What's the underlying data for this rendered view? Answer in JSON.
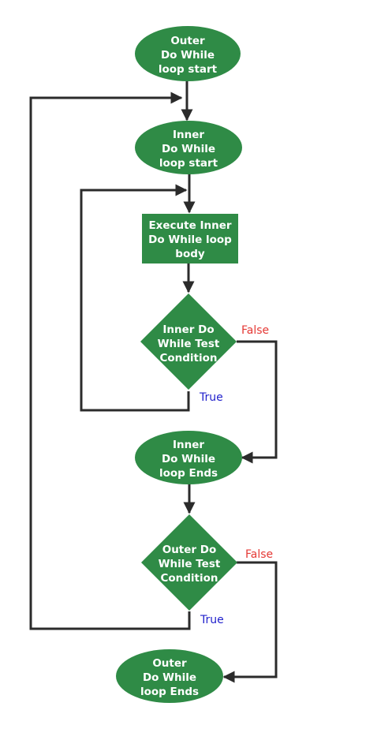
{
  "colors": {
    "node_fill": "#2f8b46",
    "line": "#2b2b2b",
    "true_label": "#2222cc",
    "false_label": "#e53935"
  },
  "nodes": {
    "outer_start": [
      "Outer",
      "Do While",
      "loop start"
    ],
    "inner_start": [
      "Inner",
      "Do While",
      "loop start"
    ],
    "inner_body": [
      "Execute Inner",
      "Do While loop",
      "body"
    ],
    "inner_condition": [
      "Inner Do",
      "While Test",
      "Condition"
    ],
    "inner_end": [
      "Inner",
      "Do While",
      "loop Ends"
    ],
    "outer_condition": [
      "Outer Do",
      "While Test",
      "Condition"
    ],
    "outer_end": [
      "Outer",
      "Do While",
      "loop Ends"
    ]
  },
  "edge_labels": {
    "inner_false": "False",
    "inner_true": "True",
    "outer_false": "False",
    "outer_true": "True"
  }
}
